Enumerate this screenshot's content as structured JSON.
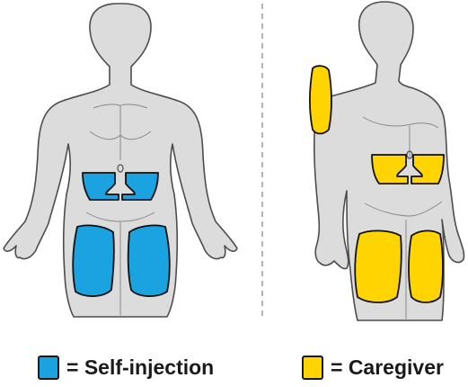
{
  "colors": {
    "body_fill": "#dcdcdc",
    "body_outline": "#4d4d4d",
    "self_injection": "#1aa3e0",
    "caregiver": "#ffd400",
    "zone_outline": "#111111",
    "divider": "#9a9a9a"
  },
  "legend": {
    "self_injection": {
      "label": "= Self-injection",
      "color": "#1aa3e0"
    },
    "caregiver": {
      "label": "= Caregiver",
      "color": "#ffd400"
    }
  },
  "figures": [
    {
      "name": "self-injection-figure",
      "zones": [
        "abdomen",
        "left-thigh",
        "right-thigh"
      ],
      "zone_color_key": "self_injection"
    },
    {
      "name": "caregiver-figure",
      "zones": [
        "upper-arm",
        "abdomen",
        "left-thigh",
        "right-thigh"
      ],
      "zone_color_key": "caregiver"
    }
  ]
}
